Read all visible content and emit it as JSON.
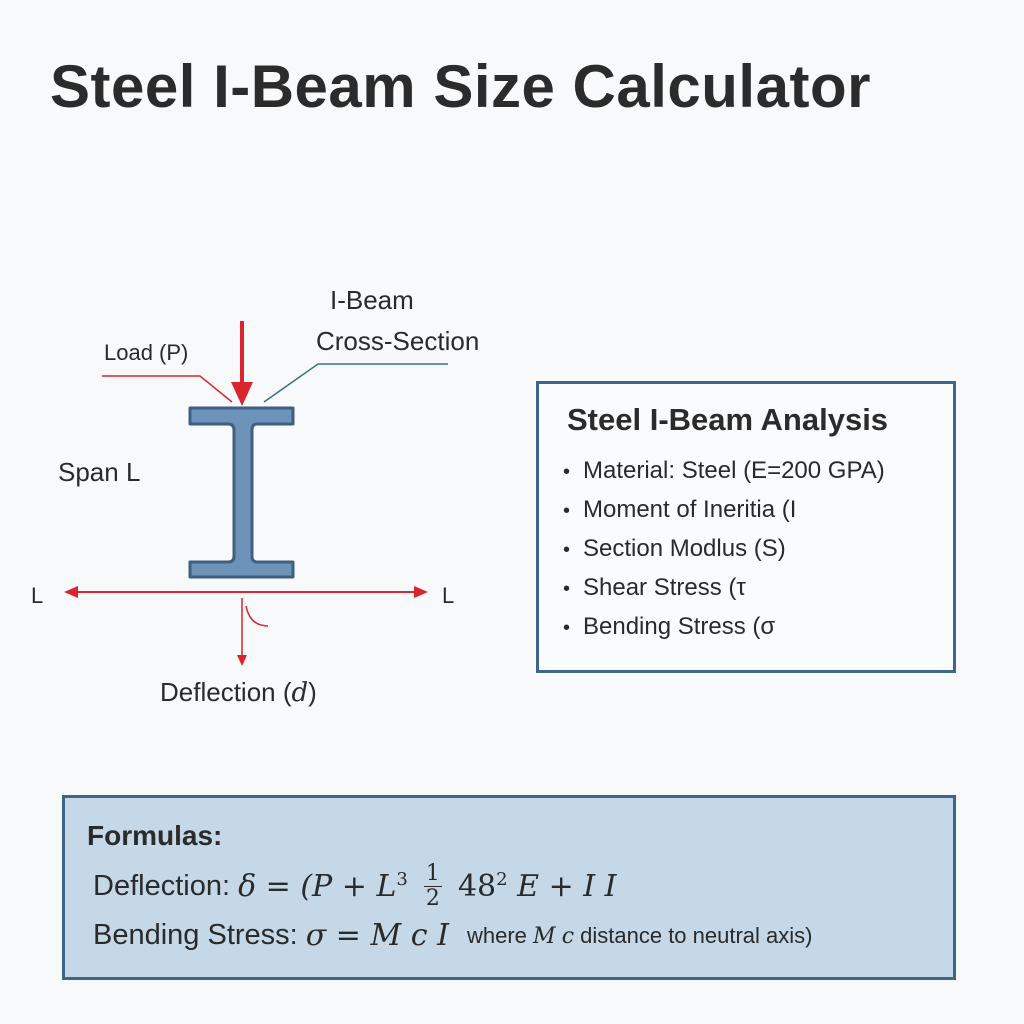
{
  "title": "Steel I-Beam Size Calculator",
  "diagram": {
    "load_label": "Load (P)",
    "cross_section_label_line1": "I-Beam",
    "cross_section_label_line2": "Cross-Section",
    "span_label": "Span L",
    "left_end_label": "L",
    "right_end_label": "L",
    "deflection_label": "Deflection (",
    "deflection_symbol": "d",
    "deflection_close": ")",
    "colors": {
      "beam_fill": "#6e93b8",
      "beam_stroke": "#3d5f82",
      "arrow_red": "#d9262e",
      "leader_blue": "#3a6f8c"
    }
  },
  "analysis": {
    "title": "Steel I-Beam Analysis",
    "items": [
      "Material: Steel (E=200 GPA)",
      "Moment of Ineritia (I",
      "Section Modlus (S)",
      "Shear Stress (τ",
      "Bending Stress (σ"
    ]
  },
  "formulas": {
    "heading": "Formulas:",
    "deflection_label": "Deflection:",
    "deflection_expr_a": "δ = (P + L",
    "deflection_exp_a": "3",
    "deflection_frac_num": "1",
    "deflection_frac_den": "2",
    "deflection_expr_b": "48",
    "deflection_exp_b": "2",
    "deflection_expr_c": " E + I I",
    "bending_label": "Bending Stress:",
    "bending_expr": "σ = M  c  I",
    "bending_note_a": "where ",
    "bending_note_m": "M",
    "bending_note_c": "c",
    "bending_note_b": " distance to neutral axis)"
  }
}
